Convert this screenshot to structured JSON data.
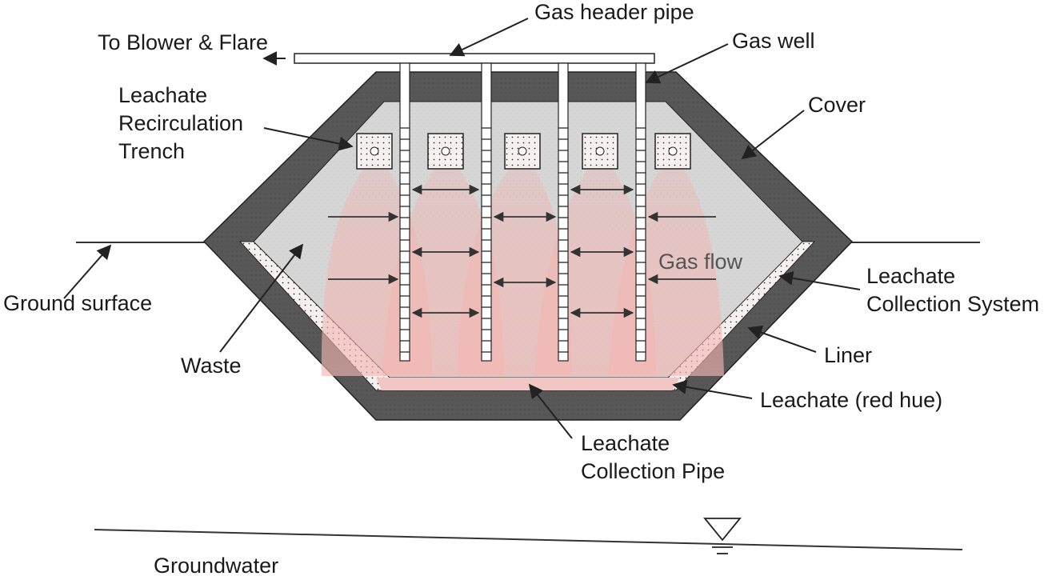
{
  "labels": {
    "gas_header_pipe": "Gas header pipe",
    "to_blower": "To Blower & Flare",
    "gas_well": "Gas well",
    "recirc_line1": "Leachate",
    "recirc_line2": "Recirculation",
    "recirc_line3": "Trench",
    "cover": "Cover",
    "ground_surface": "Ground surface",
    "waste": "Waste",
    "gas_flow": "Gas flow",
    "lcs_line1": "Leachate",
    "lcs_line2": "Collection System",
    "liner": "Liner",
    "leachate": "Leachate (red hue)",
    "pipe_line1": "Leachate",
    "pipe_line2": "Collection Pipe",
    "groundwater": "Groundwater"
  },
  "colors": {
    "cover_liner": "#555555",
    "waste": "#d4d4d4",
    "leachate": "#f2c6c2",
    "plume": "#f2b6b2",
    "collection_layer": "#f4eeee",
    "line": "#222222"
  }
}
